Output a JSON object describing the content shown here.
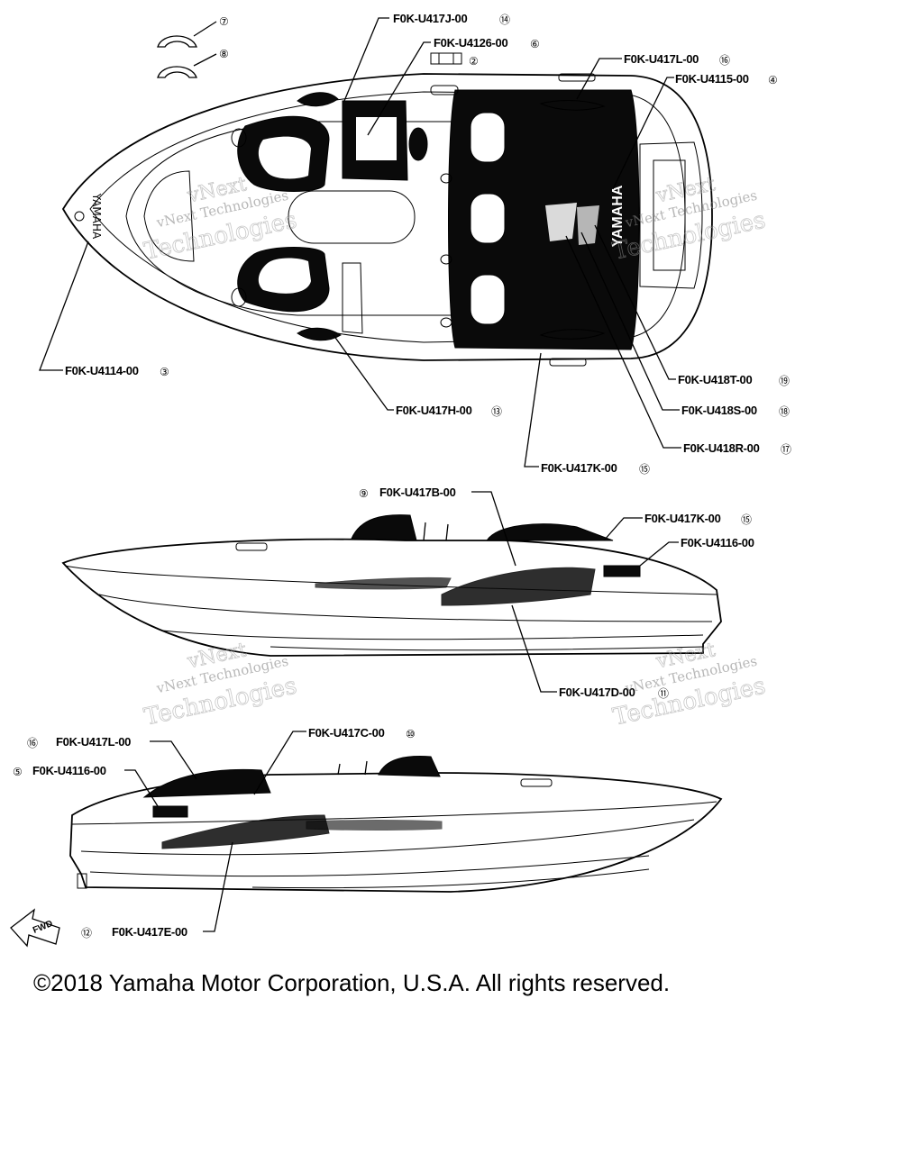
{
  "copyright": "©2018 Yamaha Motor Corporation, U.S.A. All rights reserved.",
  "watermark": {
    "line1": "vNext Technologies",
    "line2": "vNext",
    "line3": "Technologies"
  },
  "brand_marks": {
    "bow_logo": "YAMAHA",
    "cushion_logo": "YAMAHA",
    "fwd_arrow": "FWD"
  },
  "callouts": [
    {
      "id": "c7",
      "num": "⑦"
    },
    {
      "id": "c8",
      "num": "⑧"
    },
    {
      "id": "c14",
      "part": "F0K-U417J-00",
      "num": "⑭"
    },
    {
      "id": "c6",
      "part": "F0K-U4126-00",
      "num": "⑥"
    },
    {
      "id": "c2",
      "num": "②"
    },
    {
      "id": "c16a",
      "part": "F0K-U417L-00",
      "num": "⑯"
    },
    {
      "id": "c4",
      "part": "F0K-U4115-00",
      "num": "④"
    },
    {
      "id": "c3",
      "part": "F0K-U4114-00",
      "num": "③"
    },
    {
      "id": "c13",
      "part": "F0K-U417H-00",
      "num": "⑬"
    },
    {
      "id": "c19",
      "part": "F0K-U418T-00",
      "num": "⑲"
    },
    {
      "id": "c18",
      "part": "F0K-U418S-00",
      "num": "⑱"
    },
    {
      "id": "c17",
      "part": "F0K-U418R-00",
      "num": "⑰"
    },
    {
      "id": "c15a",
      "part": "F0K-U417K-00",
      "num": "⑮"
    },
    {
      "id": "c9",
      "part": "F0K-U417B-00",
      "num": "⑨"
    },
    {
      "id": "c15b",
      "part": "F0K-U417K-00",
      "num": "⑮"
    },
    {
      "id": "c4116a",
      "part": "F0K-U4116-00"
    },
    {
      "id": "c11",
      "part": "F0K-U417D-00",
      "num": "⑪"
    },
    {
      "id": "c16b",
      "part": "F0K-U417L-00",
      "num": "⑯"
    },
    {
      "id": "c10",
      "part": "F0K-U417C-00",
      "num": "⑩"
    },
    {
      "id": "c5",
      "part": "F0K-U4116-00",
      "num": "⑤"
    },
    {
      "id": "c12",
      "part": "F0K-U417E-00",
      "num": "⑫"
    }
  ]
}
